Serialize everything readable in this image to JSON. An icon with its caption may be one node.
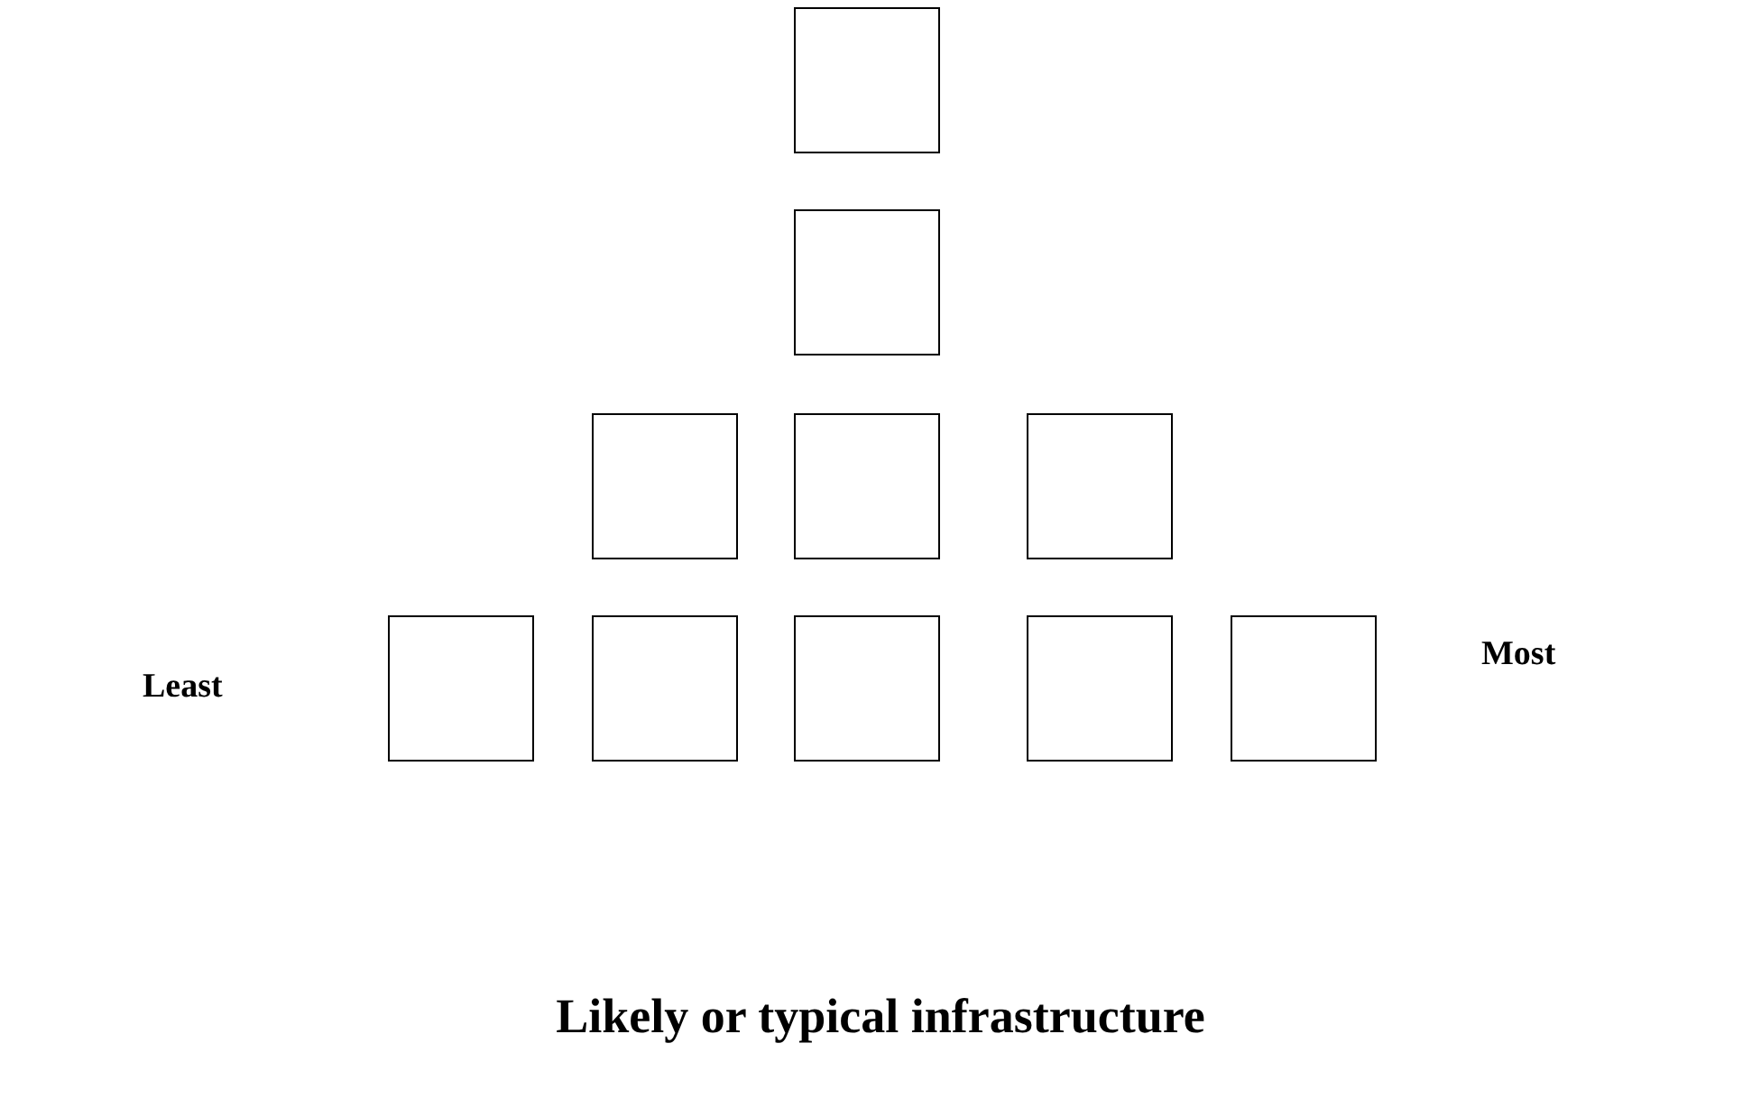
{
  "diagram": {
    "caption": "Likely or typical infrastructure",
    "nodes": [
      {
        "text": [],
        "shape": "box"
      },
      {
        "text": [],
        "shape": "box"
      },
      {
        "text": [],
        "shape": "box"
      },
      {
        "text": [],
        "shape": "box"
      },
      {
        "text": [],
        "shape": "box"
      },
      {
        "text": [],
        "shape": "box"
      },
      {
        "text": [],
        "shape": "box"
      },
      {
        "text": [],
        "shape": "box"
      },
      {
        "text": [],
        "shape": "box"
      },
      {
        "text": [],
        "shape": "box"
      }
    ],
    "edges": [],
    "labels": [
      "Least",
      "Most"
    ]
  }
}
